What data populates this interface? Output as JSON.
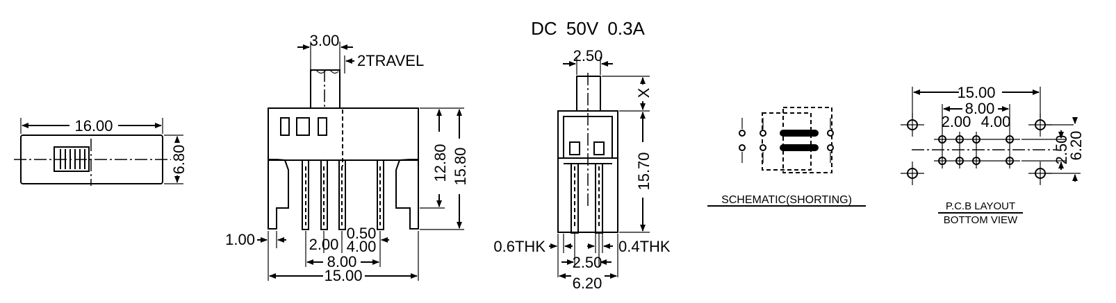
{
  "rating": "DC 50V 0.3A",
  "top_view": {
    "width_dim": "16.00",
    "height_dim": "6.80"
  },
  "front_view": {
    "dim_actuator_width": "3.00",
    "travel": "2TRAVEL",
    "dim_height_body": "12.80",
    "dim_height_total": "15.80",
    "dim_leg": "1.00",
    "dim_pitch_small": "2.00",
    "dim_pin_width": "0.50",
    "dim_pitch_large": "4.00",
    "dim_pin_span": "8.00",
    "dim_width": "15.00"
  },
  "side_view": {
    "dim_actuator_width": "2.50",
    "dim_x": "X",
    "dim_height": "15.70",
    "dim_housing_thk": "0.6THK",
    "dim_pin_thk": "0.4THK",
    "dim_pitch": "2.50",
    "dim_width": "6.20"
  },
  "schematic": {
    "label": "SCHEMATIC(SHORTING)"
  },
  "pcb": {
    "dim_mount_span": "15.00",
    "dim_pin_span": "8.00",
    "dim_pitch_small": "2.00",
    "dim_pitch_large": "4.00",
    "dim_row_pitch": "2.50",
    "dim_mount_pitch": "6.20",
    "label_line1": "P.C.B LAYOUT",
    "label_line2": "BOTTOM VIEW"
  }
}
